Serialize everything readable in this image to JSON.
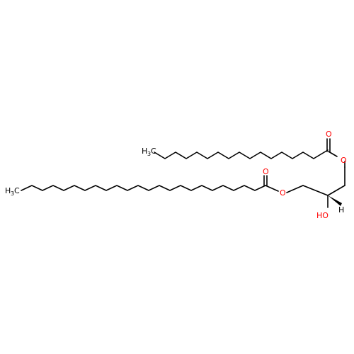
{
  "molecule": {
    "atom_labels": {
      "o_carbonyl_top": "O",
      "o_ester_top": "O",
      "ch3_top_main": "H",
      "ch3_top_sub": "3",
      "ch3_top_c": "C",
      "o_carbonyl_bottom": "O",
      "o_ester_bottom": "O",
      "ch3_bottom_main": "H",
      "ch3_bottom_sub": "3",
      "ch3_bottom_c": "C",
      "hydroxyl": "HO",
      "stereo_h": "H"
    },
    "colors": {
      "bond": "#000000",
      "oxygen": "#ff0000",
      "carbon_hydrogen": "#000000"
    }
  }
}
